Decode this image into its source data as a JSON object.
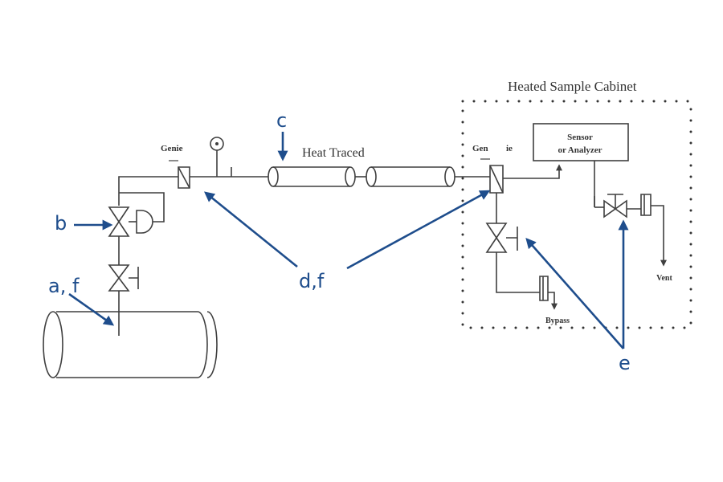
{
  "diagram": {
    "title": "Heated Sample Cabinet",
    "labels": {
      "genie_left": "Genie",
      "genie_right": "Gen",
      "genie_right_suffix": "ie",
      "heat_traced": "Heat Traced",
      "sensor_line1": "Sensor",
      "sensor_line2": "or Analyzer",
      "vent": "Vent",
      "bypass": "Bypass"
    },
    "annotations": {
      "a_f": "a, f",
      "b": "b",
      "c": "c",
      "d_f": "d,f",
      "e": "e"
    },
    "colors": {
      "annotation": "#1e4d8c",
      "line": "#3f3f3f"
    }
  }
}
